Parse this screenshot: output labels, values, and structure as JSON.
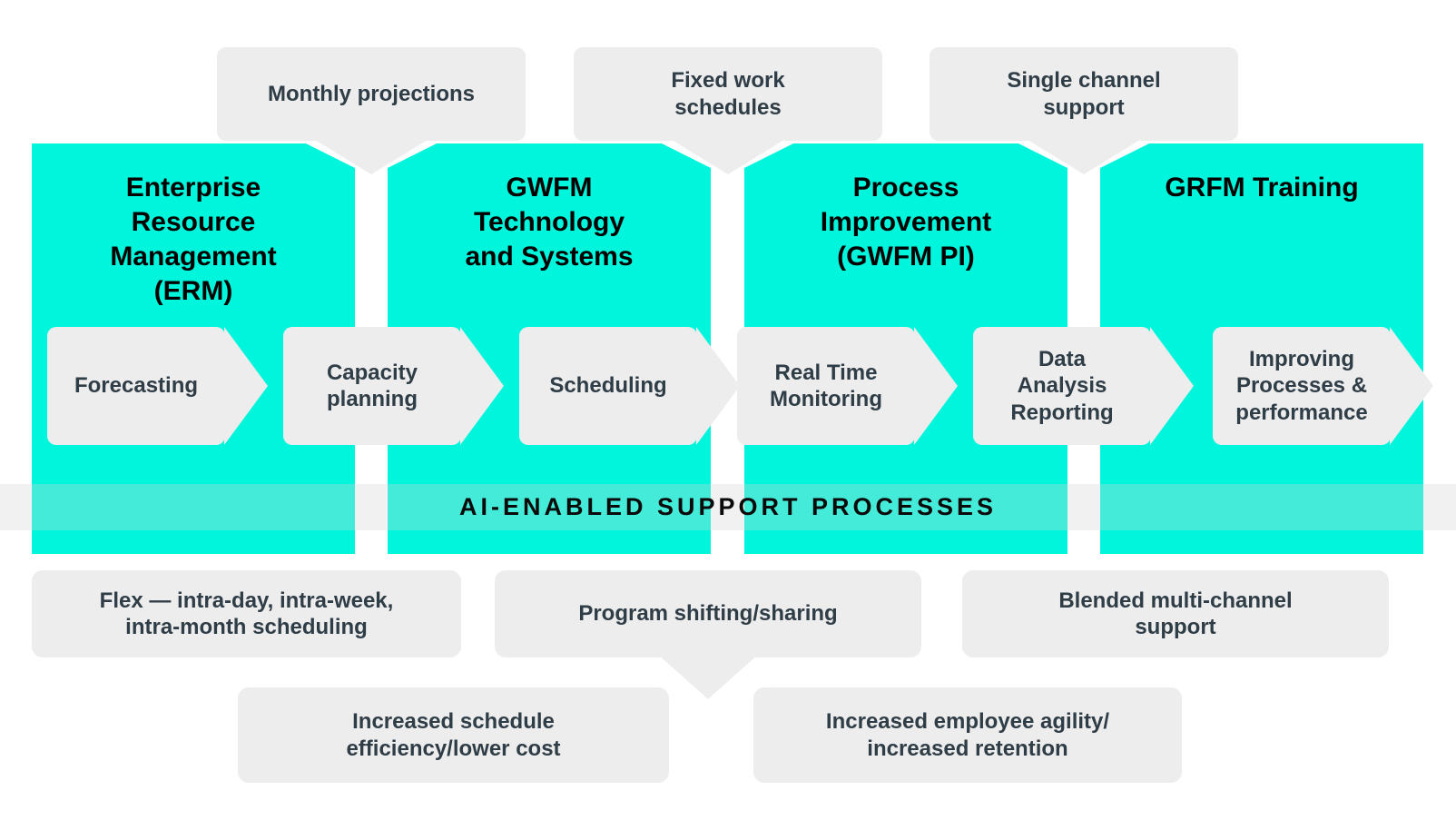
{
  "colors": {
    "teal": "#00F6DC",
    "box_gray": "#EDEDED",
    "text_dark": "#2F3D47",
    "title_black": "#000000",
    "band_overlay": "rgba(208,210,208,0.32)"
  },
  "callouts": [
    {
      "label": "Monthly projections"
    },
    {
      "label": "Fixed work\nschedules"
    },
    {
      "label": "Single channel\nsupport"
    }
  ],
  "pillars": [
    {
      "title": "Enterprise\nResource\nManagement\n(ERM)"
    },
    {
      "title": "GWFM\nTechnology\nand Systems"
    },
    {
      "title": "Process\nImprovement\n(GWFM PI)"
    },
    {
      "title": "GRFM Training"
    }
  ],
  "process_steps": [
    {
      "label": "Forecasting"
    },
    {
      "label": "Capacity\nplanning"
    },
    {
      "label": "Scheduling"
    },
    {
      "label": "Real Time\nMonitoring"
    },
    {
      "label": "Data\nAnalysis\nReporting"
    },
    {
      "label": "Improving\nProcesses &\nperformance"
    }
  ],
  "band": {
    "label": "AI-ENABLED SUPPORT PROCESSES"
  },
  "outcomes_row1": [
    {
      "label": "Flex — intra-day, intra-week,\nintra-month scheduling"
    },
    {
      "label": "Program shifting/sharing"
    },
    {
      "label": "Blended multi-channel\nsupport"
    }
  ],
  "outcomes_row2": [
    {
      "label": "Increased schedule\nefficiency/lower cost"
    },
    {
      "label": "Increased employee agility/\nincreased retention"
    }
  ]
}
